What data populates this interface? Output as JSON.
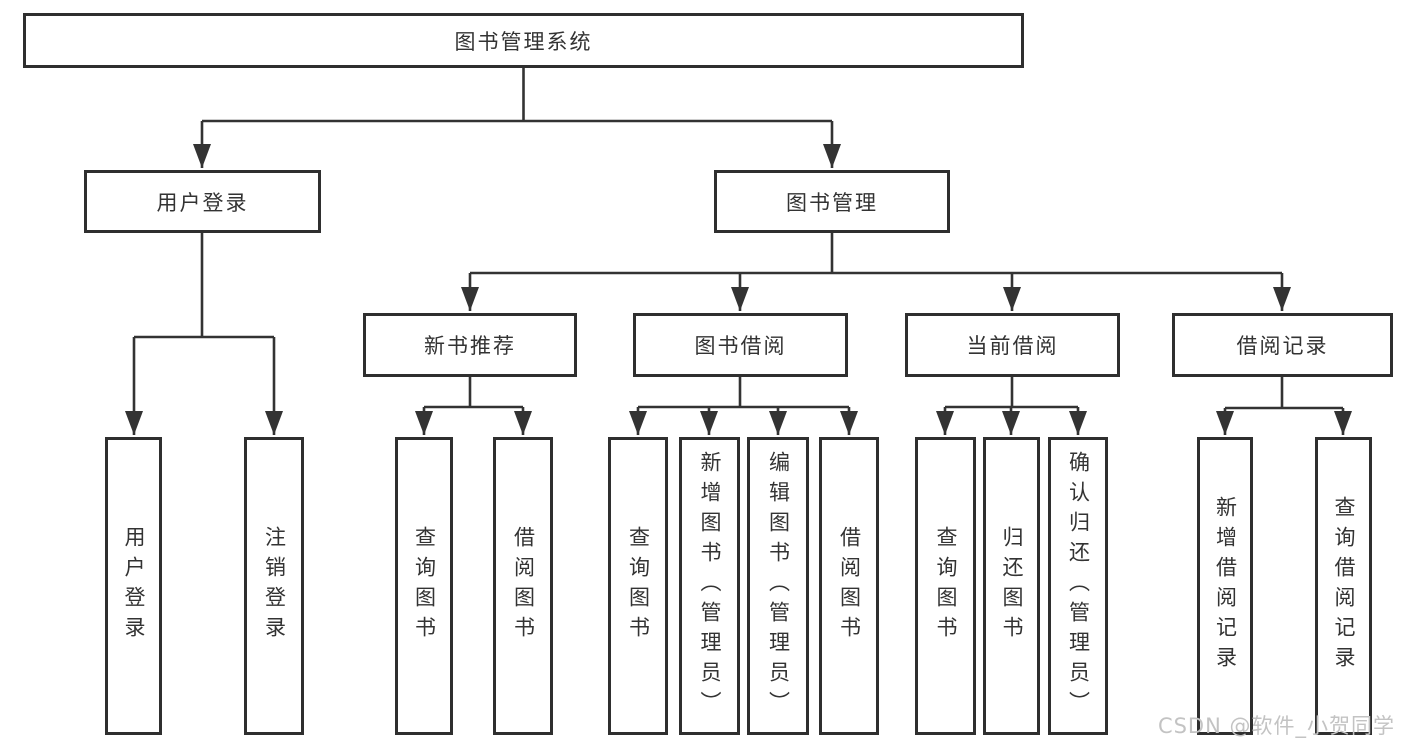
{
  "diagram": {
    "root": {
      "id": "system-root",
      "label": "图书管理系统"
    },
    "level2": [
      {
        "id": "user-login",
        "label": "用户登录",
        "parent": "图书管理系统"
      },
      {
        "id": "book-management",
        "label": "图书管理",
        "parent": "图书管理系统"
      }
    ],
    "level3": [
      {
        "id": "new-book-recommend",
        "label": "新书推荐",
        "parent": "图书管理"
      },
      {
        "id": "book-borrowing",
        "label": "图书借阅",
        "parent": "图书管理"
      },
      {
        "id": "current-borrowing",
        "label": "当前借阅",
        "parent": "图书管理"
      },
      {
        "id": "borrowing-records",
        "label": "借阅记录",
        "parent": "图书管理"
      }
    ],
    "leaves": [
      {
        "id": "leaf-user-login",
        "label": "用户登录",
        "parent": "用户登录"
      },
      {
        "id": "leaf-logout",
        "label": "注销登录",
        "parent": "用户登录"
      },
      {
        "id": "leaf-query-books-recommend",
        "label": "查询图书",
        "parent": "新书推荐"
      },
      {
        "id": "leaf-borrow-books-recommend",
        "label": "借阅图书",
        "parent": "新书推荐"
      },
      {
        "id": "leaf-query-books-borrowing",
        "label": "查询图书",
        "parent": "图书借阅"
      },
      {
        "id": "leaf-add-books-admin",
        "label": "新增图书（管理员）",
        "parent": "图书借阅"
      },
      {
        "id": "leaf-edit-books-admin",
        "label": "编辑图书（管理员）",
        "parent": "图书借阅"
      },
      {
        "id": "leaf-borrow-books",
        "label": "借阅图书",
        "parent": "图书借阅"
      },
      {
        "id": "leaf-query-books-current",
        "label": "查询图书",
        "parent": "当前借阅"
      },
      {
        "id": "leaf-return-books",
        "label": "归还图书",
        "parent": "当前借阅"
      },
      {
        "id": "leaf-confirm-return-admin",
        "label": "确认归还（管理员）",
        "parent": "当前借阅"
      },
      {
        "id": "leaf-add-borrow-record",
        "label": "新增借阅记录",
        "parent": "借阅记录"
      },
      {
        "id": "leaf-query-borrow-record",
        "label": "查询借阅记录",
        "parent": "借阅记录"
      }
    ]
  },
  "watermark": {
    "text": "CSDN @软件_小贺同学"
  },
  "colors": {
    "line": "#333333",
    "box_border": "#2f2f2f",
    "box_fill": "#ffffff",
    "text": "#333333",
    "watermark": "#c3c3c3",
    "background": "#ffffff"
  }
}
